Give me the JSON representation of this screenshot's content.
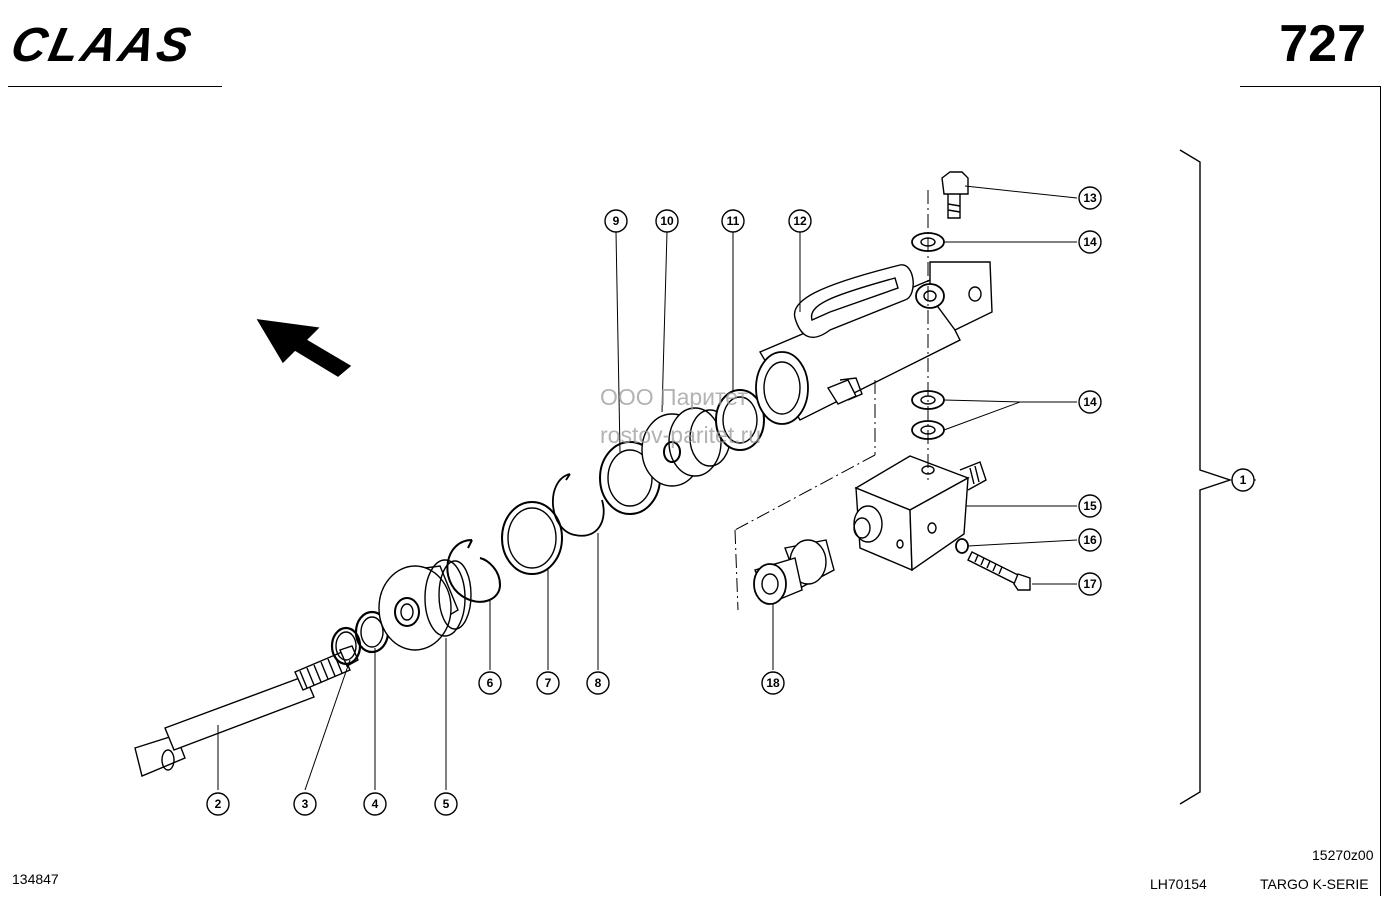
{
  "header": {
    "brand_logo": "CLAAS",
    "page_number": "727"
  },
  "footer": {
    "illustration_number": "134847",
    "figure_code": "15270z00",
    "document_code": "LH70154",
    "series_name": "TARGO K-SERIE"
  },
  "watermark": {
    "line1": "ООО Паритет",
    "line2": "rostov-paritet.ru"
  },
  "callouts": [
    "1",
    "2",
    "3",
    "4",
    "5",
    "6",
    "7",
    "8",
    "9",
    "10",
    "11",
    "12",
    "13",
    "14",
    "14",
    "15",
    "16",
    "17",
    "18"
  ],
  "icons": {
    "direction_arrow": "arrow-up-left-icon"
  }
}
